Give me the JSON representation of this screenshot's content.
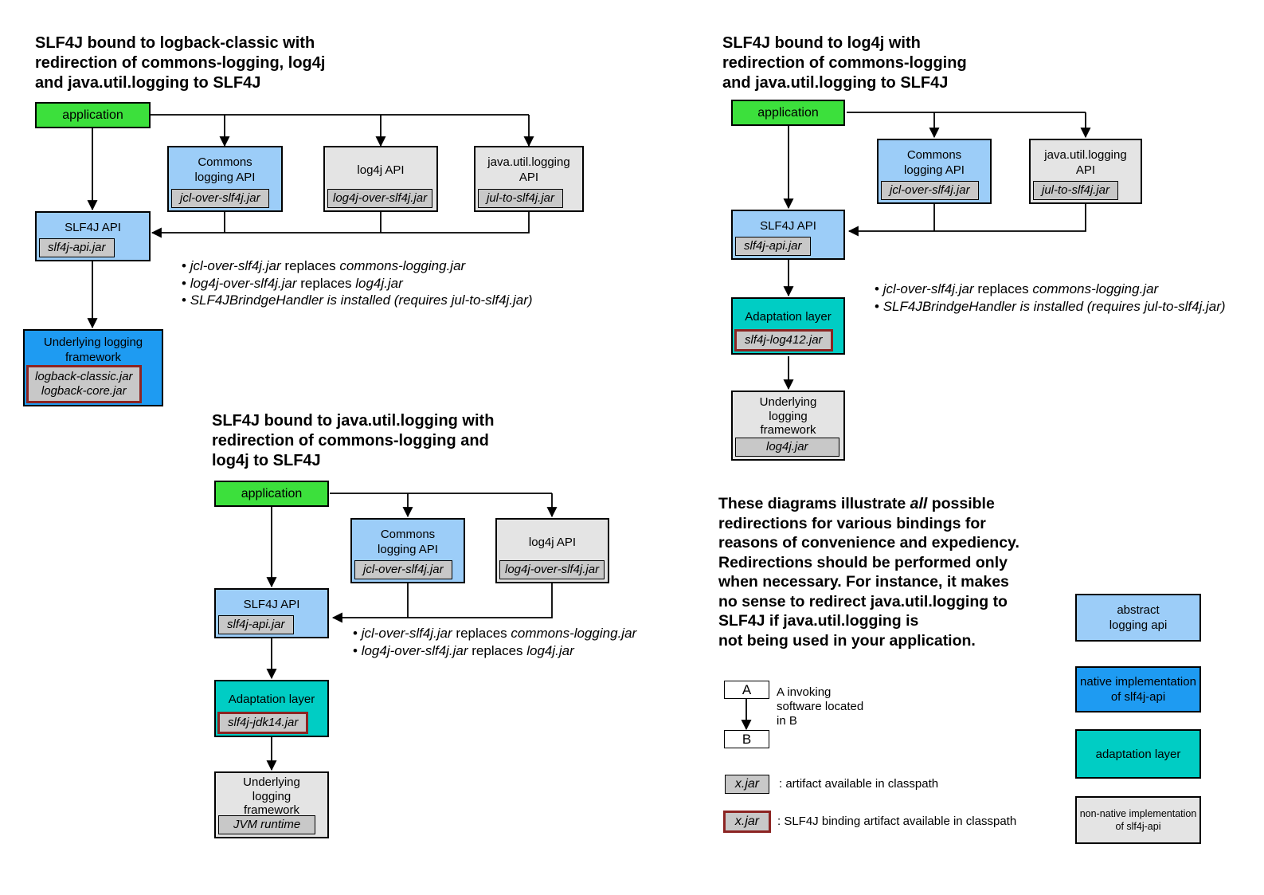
{
  "ui": {
    "bullet_char": "•"
  },
  "palette": {
    "application_green": "#3CE03C",
    "abstract_api_blue": "#9CCDF8",
    "native_impl_blue": "#1E9BF2",
    "adaptation_teal": "#00CDC4",
    "non_native_gray": "#E4E4E4",
    "jar_tag_gray": "#C8C8C8",
    "binding_border_red": "#8C2422"
  },
  "diagram1": {
    "title_lines": [
      "SLF4J bound to logback-classic with",
      "redirection of commons-logging, log4j",
      "and java.util.logging to SLF4J"
    ],
    "application": "application",
    "commons": {
      "label1": "Commons",
      "label2": "logging API",
      "jar": "jcl-over-slf4j.jar"
    },
    "log4j": {
      "label": "log4j API",
      "jar": "log4j-over-slf4j.jar"
    },
    "jul": {
      "label1": "java.util.logging",
      "label2": "API",
      "jar": "jul-to-slf4j.jar"
    },
    "slf4j": {
      "label": "SLF4J API",
      "jar": "slf4j-api.jar"
    },
    "underlying": {
      "label1": "Underlying logging",
      "label2": "framework",
      "jar1": "logback-classic.jar",
      "jar2": "logback-core.jar"
    },
    "bullets": [
      {
        "pre": "jcl-over-slf4j.jar",
        "mid": " replaces ",
        "post": "commons-logging.jar"
      },
      {
        "pre": "log4j-over-slf4j.jar",
        "mid": " replaces ",
        "post": "log4j.jar"
      },
      {
        "pre": "SLF4JBrindgeHandler is installed (requires jul-to-slf4j.jar)",
        "mid": "",
        "post": ""
      }
    ]
  },
  "diagram2": {
    "title_lines": [
      "SLF4J bound to log4j with",
      "redirection of commons-logging",
      "and java.util.logging to SLF4J"
    ],
    "application": "application",
    "commons": {
      "label1": "Commons",
      "label2": "logging API",
      "jar": "jcl-over-slf4j.jar"
    },
    "jul": {
      "label1": "java.util.logging",
      "label2": "API",
      "jar": "jul-to-slf4j.jar"
    },
    "slf4j": {
      "label": "SLF4J API",
      "jar": "slf4j-api.jar"
    },
    "adaptation": {
      "label": "Adaptation layer",
      "jar": "slf4j-log412.jar"
    },
    "underlying": {
      "label1": "Underlying",
      "label2": "logging",
      "label3": "framework",
      "jar": "log4j.jar"
    },
    "bullets": [
      {
        "pre": "jcl-over-slf4j.jar",
        "mid": " replaces ",
        "post": "commons-logging.jar"
      },
      {
        "pre": "SLF4JBrindgeHandler is installed (requires jul-to-slf4j.jar)",
        "mid": "",
        "post": ""
      }
    ]
  },
  "diagram3": {
    "title_lines": [
      "SLF4J bound to java.util.logging with",
      "redirection of commons-logging and",
      "log4j to SLF4J"
    ],
    "application": "application",
    "commons": {
      "label1": "Commons",
      "label2": "logging API",
      "jar": "jcl-over-slf4j.jar"
    },
    "log4j": {
      "label": "log4j API",
      "jar": "log4j-over-slf4j.jar"
    },
    "slf4j": {
      "label": "SLF4J API",
      "jar": "slf4j-api.jar"
    },
    "adaptation": {
      "label": "Adaptation layer",
      "jar": "slf4j-jdk14.jar"
    },
    "underlying": {
      "label1": "Underlying",
      "label2": "logging",
      "label3": "framework",
      "jar": "JVM runtime"
    },
    "bullets": [
      {
        "pre": "jcl-over-slf4j.jar",
        "mid": " replaces ",
        "post": "commons-logging.jar"
      },
      {
        "pre": "log4j-over-slf4j.jar",
        "mid": " replaces ",
        "post": "log4j.jar"
      }
    ]
  },
  "note": {
    "lines": [
      {
        "pre": "These diagrams illustrate ",
        "em": "all",
        "post": " possible"
      },
      {
        "pre": "redirections for various bindings for",
        "em": "",
        "post": ""
      },
      {
        "pre": "reasons of convenience and expediency.",
        "em": "",
        "post": ""
      },
      {
        "pre": "Redirections should be performed only",
        "em": "",
        "post": ""
      },
      {
        "pre": "when necessary. For instance, it makes",
        "em": "",
        "post": ""
      },
      {
        "pre": "no sense to redirect java.util.logging to",
        "em": "",
        "post": ""
      },
      {
        "pre": "SLF4J if java.util.logging is",
        "em": "",
        "post": ""
      },
      {
        "pre": "not being used in your application.",
        "em": "",
        "post": ""
      }
    ]
  },
  "legend": {
    "ab": {
      "a": "A",
      "b": "B",
      "desc_lines": [
        "A invoking",
        "software located",
        "in B"
      ]
    },
    "artifact": {
      "tag": "x.jar",
      "desc": ": artifact available in classpath"
    },
    "binding": {
      "tag": "x.jar",
      "desc": ": SLF4J binding artifact available in classpath"
    },
    "colors": [
      {
        "line1": "abstract",
        "line2": "logging api"
      },
      {
        "line1": "native implementation",
        "line2": "of slf4j-api"
      },
      {
        "line1": "adaptation layer",
        "line2": ""
      },
      {
        "line1": "non-native implementation",
        "line2": "of slf4j-api"
      }
    ]
  }
}
